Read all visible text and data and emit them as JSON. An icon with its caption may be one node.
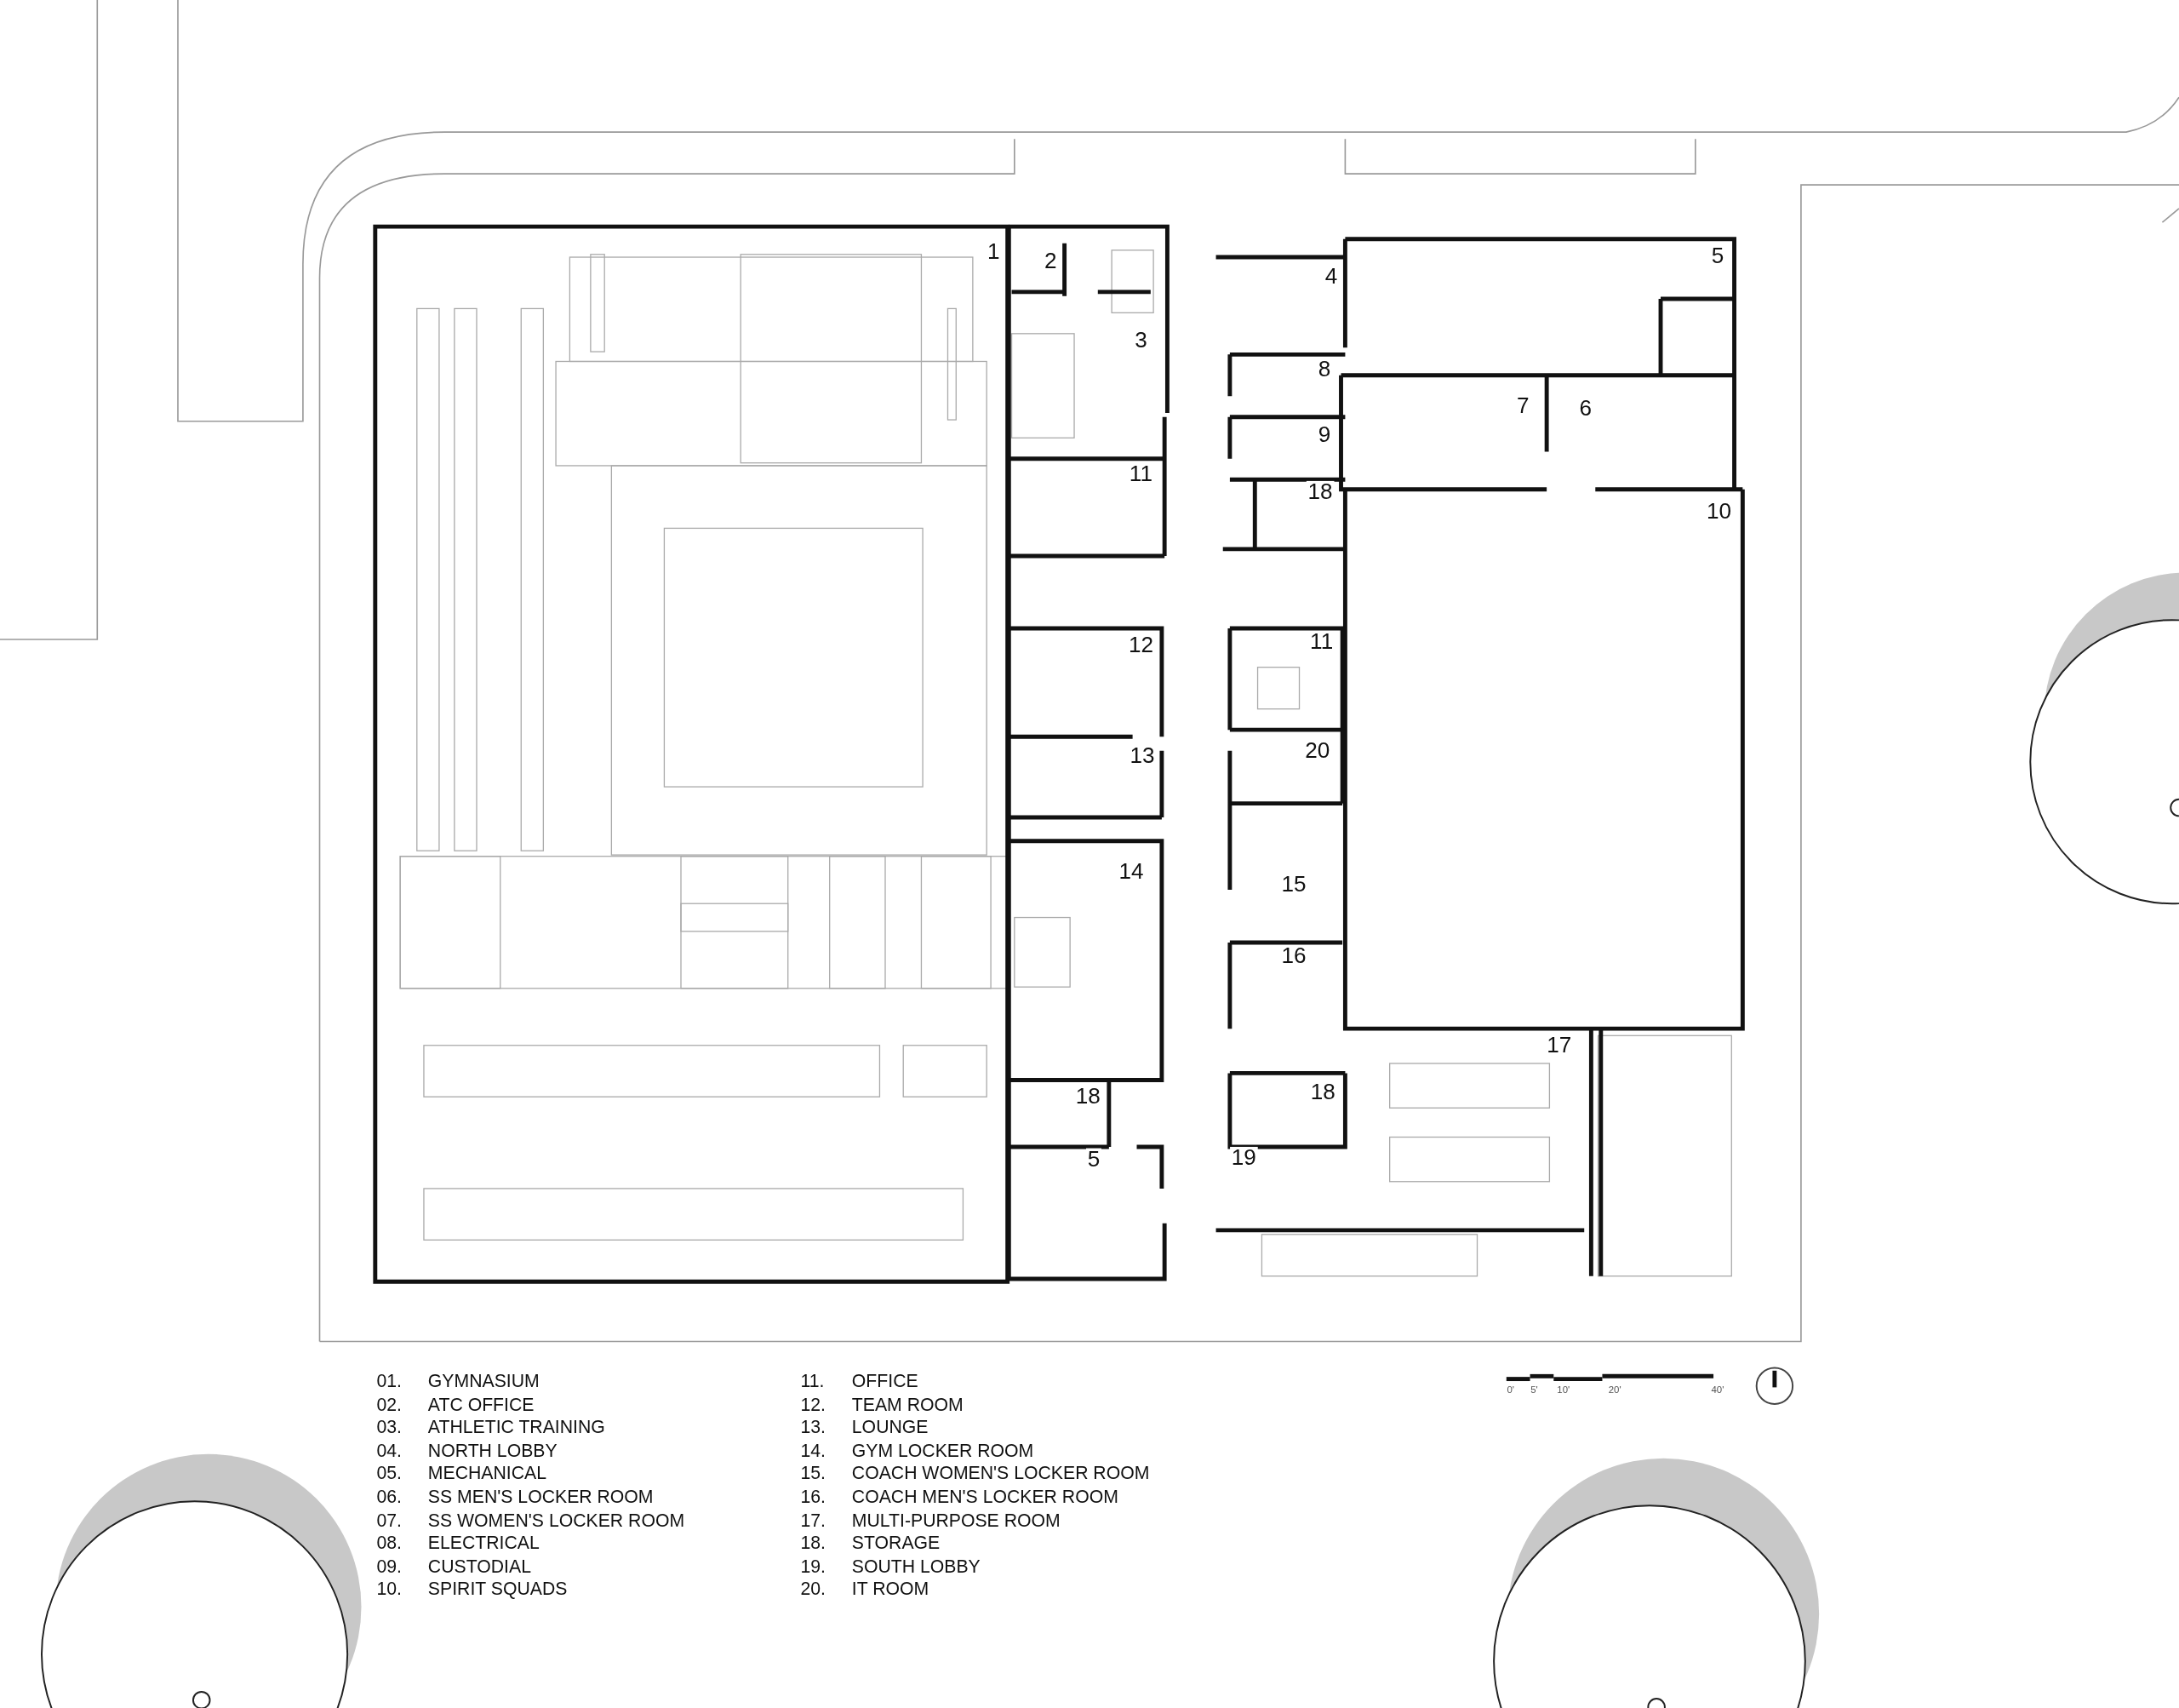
{
  "diagram": {
    "labels": [
      "1",
      "2",
      "5",
      "4",
      "3",
      "8",
      "7",
      "6",
      "9",
      "11",
      "18",
      "10",
      "12",
      "11",
      "13",
      "20",
      "14",
      "15",
      "16",
      "17",
      "18",
      "18",
      "5",
      "19",
      "01.",
      "GYMNASIUM",
      "02.",
      "ATC OFFICE",
      "03.",
      "ATHLETIC TRAINING",
      "04.",
      "NORTH LOBBY",
      "05.",
      "MECHANICAL",
      "06.",
      "SS MEN'S LOCKER ROOM",
      "07.",
      "SS WOMEN'S LOCKER ROOM",
      "08.",
      "ELECTRICAL",
      "09.",
      "CUSTODIAL",
      "10.",
      "SPIRIT SQUADS",
      "11.",
      "OFFICE",
      "12.",
      "TEAM ROOM",
      "13.",
      "LOUNGE",
      "14.",
      "GYM LOCKER ROOM",
      "15.",
      "COACH WOMEN'S LOCKER ROOM",
      "16.",
      "COACH MEN'S LOCKER ROOM",
      "17.",
      "MULTI-PURPOSE ROOM",
      "18.",
      "STORAGE",
      "19.",
      "SOUTH LOBBY",
      "20.",
      "IT ROOM",
      "0'",
      "5'",
      "10'",
      "20'",
      "40'"
    ]
  }
}
